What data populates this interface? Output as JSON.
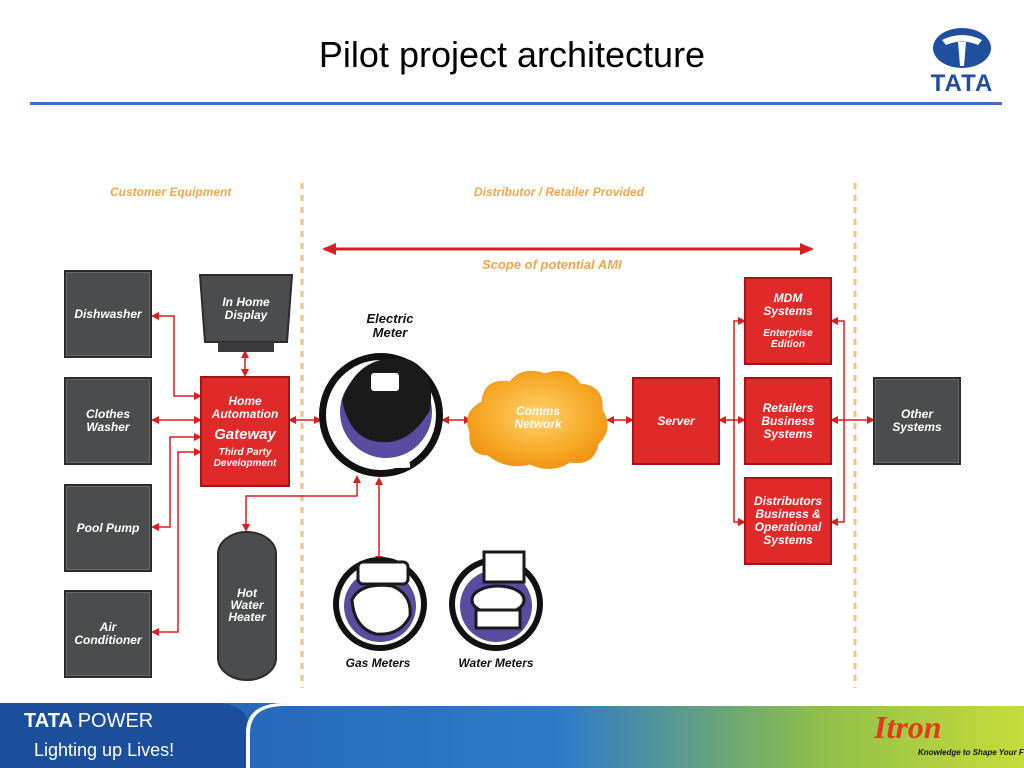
{
  "slide": {
    "title": "Pilot project architecture"
  },
  "zones": {
    "customer": "Customer Equipment",
    "distributor": "Distributor / Retailer Provided"
  },
  "scope_label": "Scope of potential AMI",
  "appliances": {
    "dishwasher": "Dishwasher",
    "clothes_washer_1": "Clothes",
    "clothes_washer_2": "Washer",
    "pool_pump": "Pool Pump",
    "air_conditioner_1": "Air",
    "air_conditioner_2": "Conditioner"
  },
  "in_home_display": {
    "line1": "In Home",
    "line2": "Display"
  },
  "gateway": {
    "line1": "Home",
    "line2": "Automation",
    "line3": "Gateway",
    "line4": "Third Party",
    "line5": "Development"
  },
  "hot_water_heater": {
    "line1": "Hot",
    "line2": "Water",
    "line3": "Heater"
  },
  "electric_meter": {
    "line1": "Electric",
    "line2": "Meter"
  },
  "gas_meters": "Gas Meters",
  "water_meters": "Water Meters",
  "comms_network": {
    "line1": "Comms",
    "line2": "Network"
  },
  "server": "Server",
  "mdm": {
    "line1": "MDM",
    "line2": "Systems",
    "line3": "Enterprise",
    "line4": "Edition"
  },
  "retailers": {
    "line1": "Retailers",
    "line2": "Business",
    "line3": "Systems"
  },
  "distributors": {
    "line1": "Distributors",
    "line2": "Business &",
    "line3": "Operational",
    "line4": "Systems"
  },
  "other_systems": {
    "line1": "Other",
    "line2": "Systems"
  },
  "footer": {
    "brand_tata": "TATA",
    "brand_power": "POWER",
    "tagline": "Lighting up Lives!",
    "itron": "Itron",
    "itron_tagline": "Knowledge to Shape Your Future"
  },
  "logo": {
    "text": "TATA"
  },
  "colors": {
    "accent_blue": "#3a6fc4",
    "red_box": "#e02a2a",
    "dark_box": "#4b4c4e",
    "zone_orange": "#f0a64a",
    "arrow_red": "#d42020",
    "cloud_orange": "#f6a623"
  }
}
